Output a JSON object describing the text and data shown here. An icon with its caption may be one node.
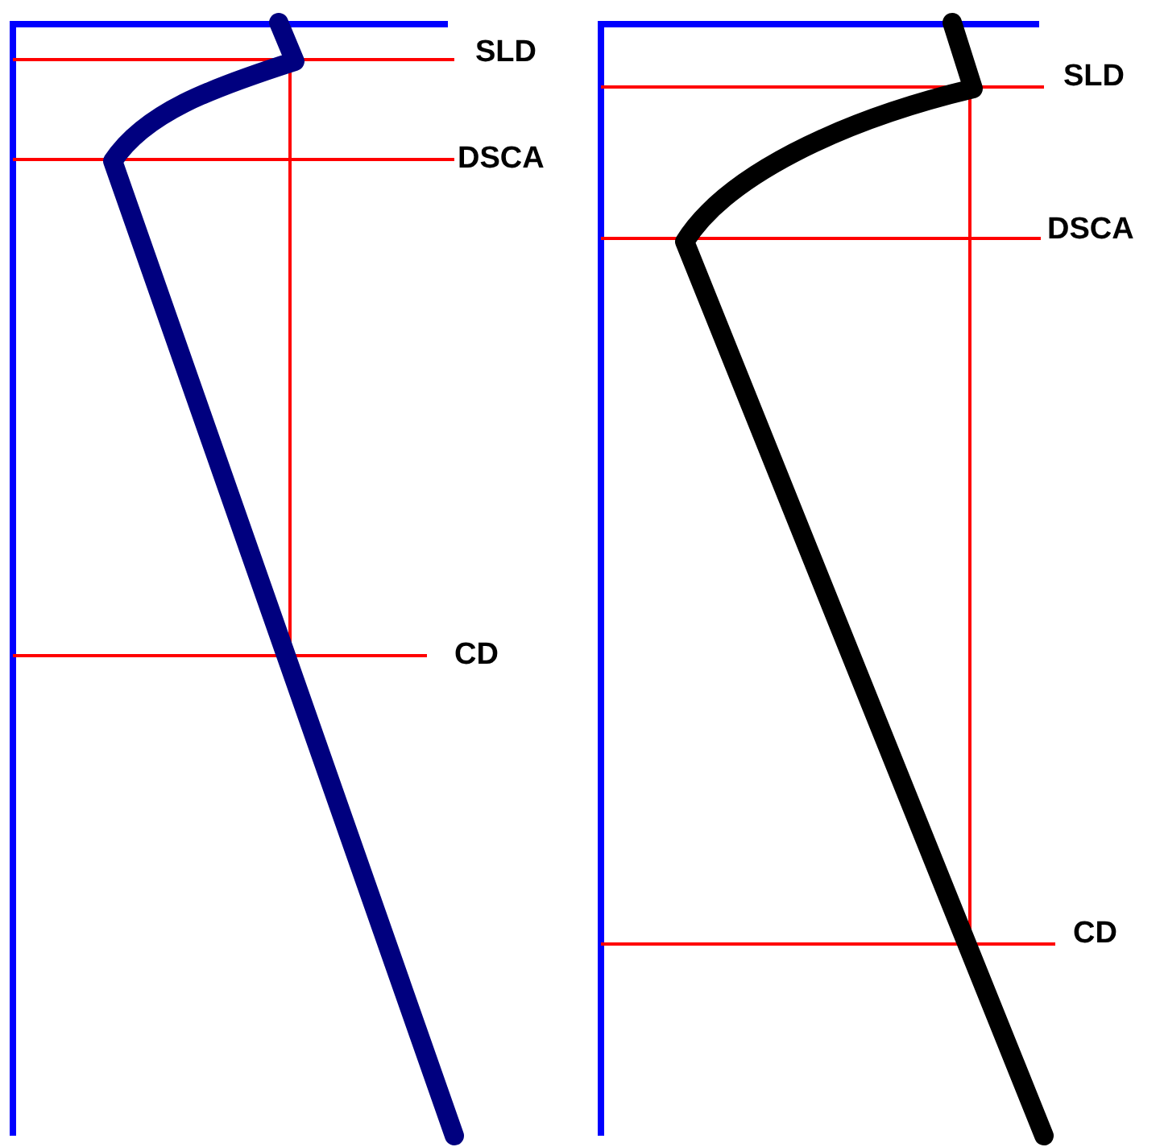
{
  "diagram": {
    "labels": [
      "SLD",
      "DSCA",
      "CD",
      "SLD",
      "DSCA",
      "CD"
    ]
  }
}
